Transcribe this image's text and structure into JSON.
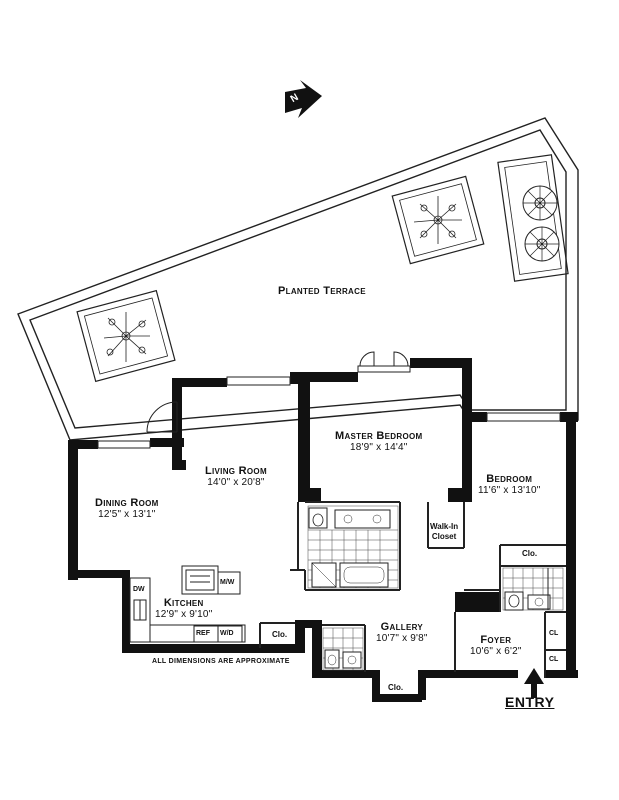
{
  "compass": {
    "label": "N"
  },
  "rooms": {
    "terrace": {
      "name": "Planted Terrace"
    },
    "living": {
      "name": "Living Room",
      "dims": "14'0\" x 20'8\""
    },
    "master": {
      "name": "Master Bedroom",
      "dims": "18'9\" x 14'4\""
    },
    "bedroom": {
      "name": "Bedroom",
      "dims": "11'6\" x 13'10\""
    },
    "dining": {
      "name": "Dining Room",
      "dims": "12'5\" x 13'1\""
    },
    "kitchen": {
      "name": "Kitchen",
      "dims": "12'9\" x 9'10\""
    },
    "gallery": {
      "name": "Gallery",
      "dims": "10'7\" x 9'8\""
    },
    "foyer": {
      "name": "Foyer",
      "dims": "10'6\" x 6'2\""
    }
  },
  "labels": {
    "walkin_line1": "Walk-In",
    "walkin_line2": "Closet",
    "clo_bedroom": "Clo.",
    "clo_kitchen": "Clo.",
    "clo_gallery": "Clo.",
    "cl_1": "CL",
    "cl_2": "CL",
    "mw": "M/W",
    "dw": "DW",
    "ref": "REF",
    "wd": "W/D"
  },
  "note": "ALL DIMENSIONS ARE APPROXIMATE",
  "entry": "ENTRY",
  "colors": {
    "wall": "#111111",
    "line": "#222222",
    "paper": "#ffffff"
  }
}
